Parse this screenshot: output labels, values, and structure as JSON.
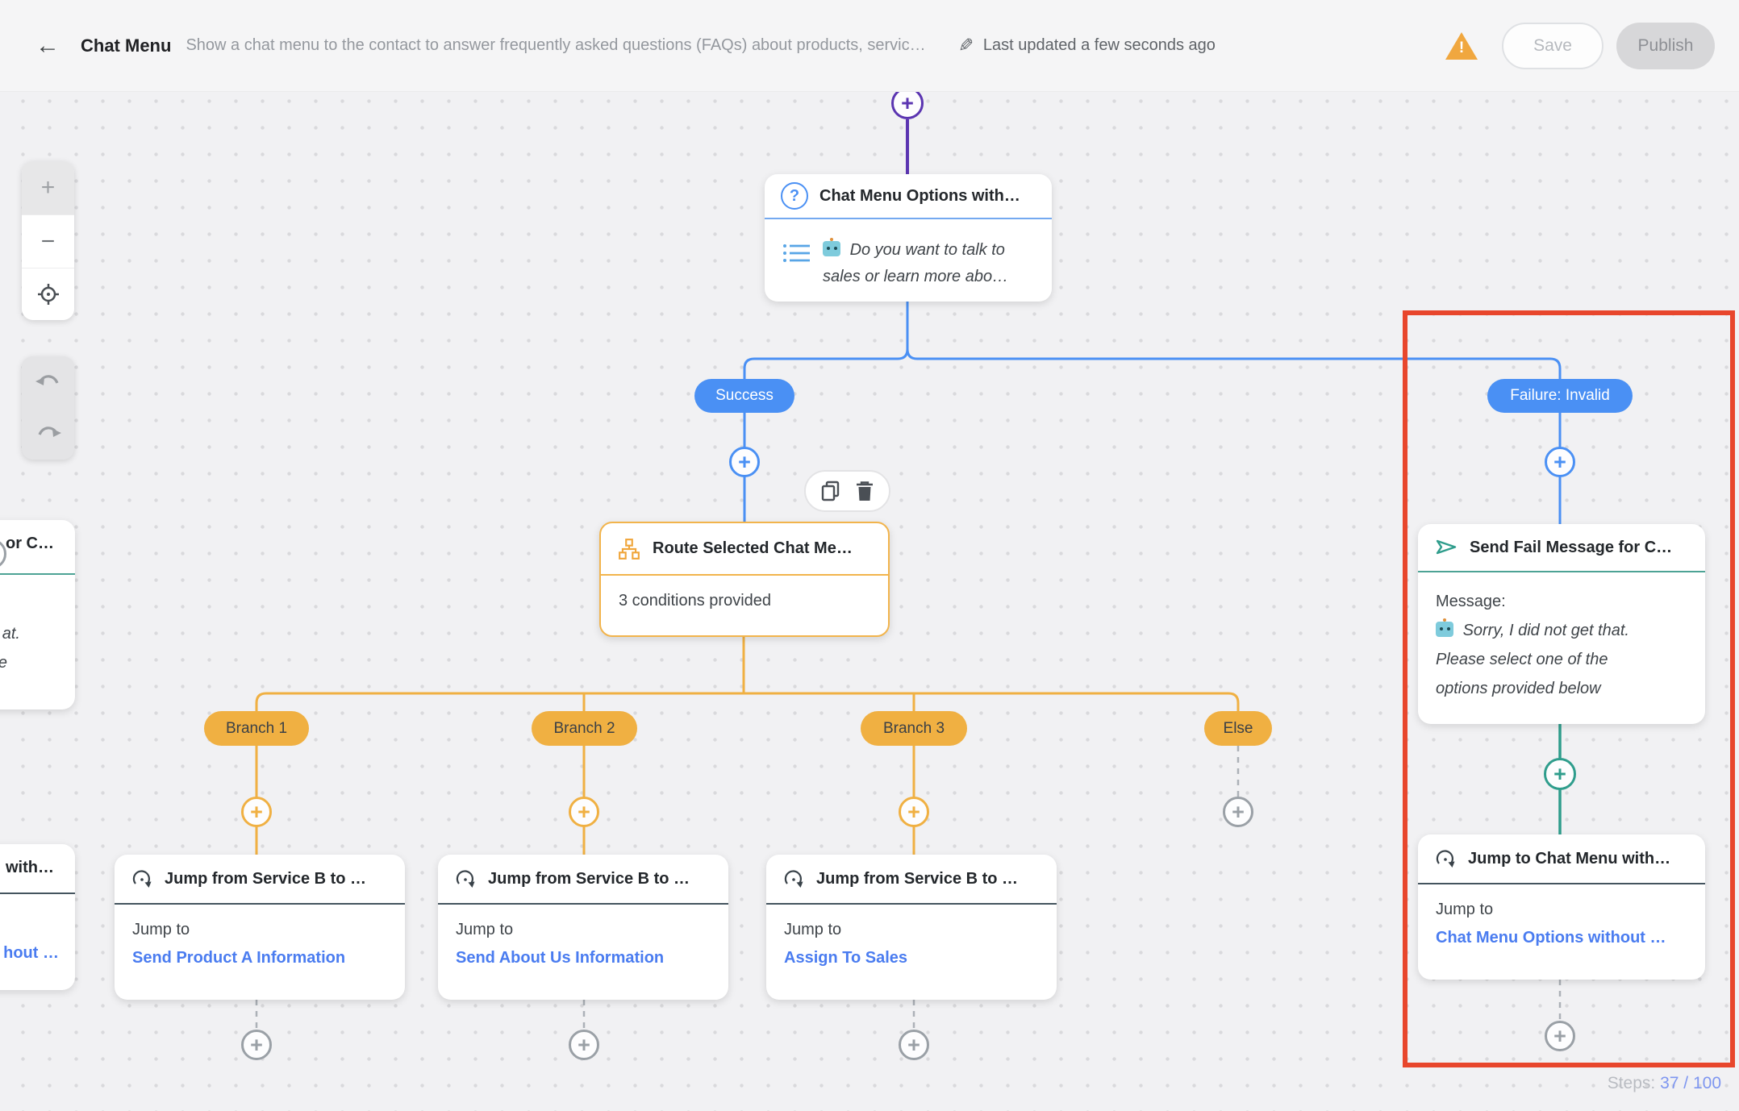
{
  "icons": {
    "plus": "+",
    "minus": "−",
    "back": "←",
    "question": "?",
    "pencil": "✎",
    "warning": "!"
  },
  "header": {
    "title": "Chat Menu",
    "description": "Show a chat menu to the contact to answer frequently asked questions (FAQs) about products, servic…",
    "last_updated": "Last updated a few seconds ago",
    "save_label": "Save",
    "publish_label": "Publish"
  },
  "canvas": {
    "top_node": {
      "title": "Chat Menu Options with…",
      "message_line1": "Do you want to talk to",
      "message_line2": "sales or learn more abo…"
    },
    "pills": {
      "success": "Success",
      "failure": "Failure: Invalid",
      "else": "Else"
    },
    "route_node": {
      "title": "Route Selected Chat Me…",
      "body": "3 conditions provided"
    },
    "branches": [
      {
        "label": "Branch 1",
        "jump_node": {
          "title": "Jump from Service B to …",
          "jump_to": "Jump to",
          "link": "Send Product A Information"
        }
      },
      {
        "label": "Branch 2",
        "jump_node": {
          "title": "Jump from Service B to …",
          "jump_to": "Jump to",
          "link": "Send About Us Information"
        }
      },
      {
        "label": "Branch 3",
        "jump_node": {
          "title": "Jump from Service B to …",
          "jump_to": "Jump to",
          "link": "Assign To Sales"
        }
      }
    ],
    "fail_node": {
      "title": "Send Fail Message for C…",
      "label": "Message:",
      "line1": "Sorry, I did not get that.",
      "line2": "Please select one of the",
      "line3": "options provided below"
    },
    "jump_menu_node": {
      "title": "Jump to Chat Menu with…",
      "jump_to": "Jump to",
      "link": "Chat Menu Options without …"
    },
    "partial_top": {
      "title_fragment": "or C…",
      "body_fragment_1": "at.",
      "body_fragment_2": "e"
    },
    "partial_bottom": {
      "title_fragment": "with…",
      "link_fragment": "hout …"
    },
    "steps": {
      "label": "Steps:",
      "value": "37 / 100"
    }
  },
  "colors": {
    "blue": "#4a90f4",
    "yellow": "#f0b042",
    "teal": "#2f9d8c",
    "purple": "#5b35b1",
    "red": "#e8462c",
    "link_blue": "#4a7cf0"
  }
}
